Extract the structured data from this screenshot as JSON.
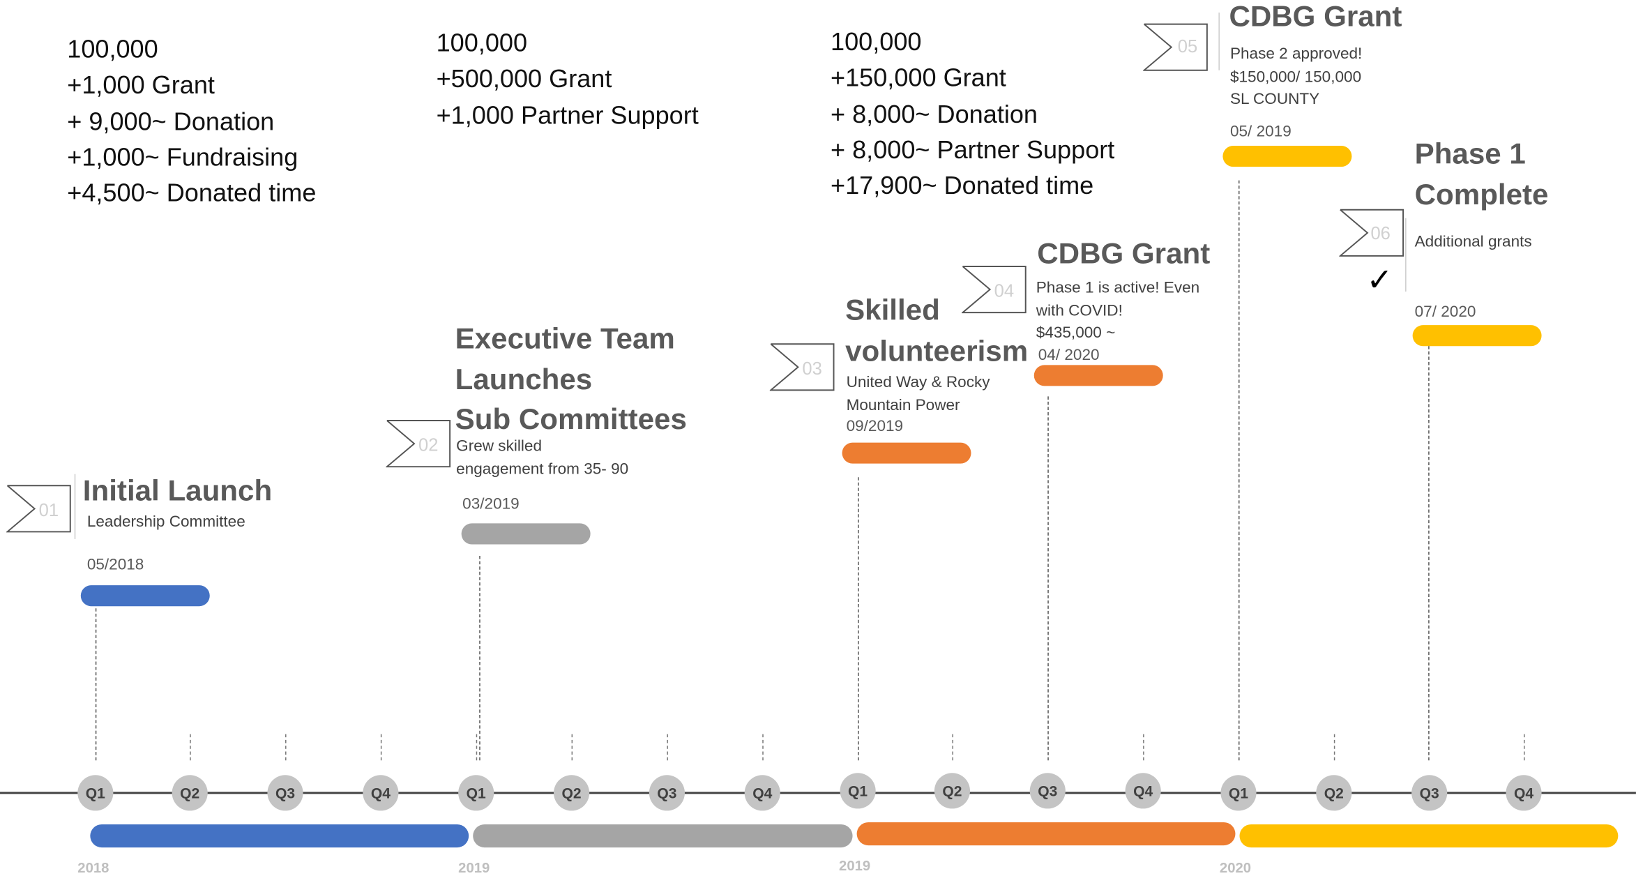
{
  "funding": [
    {
      "lines": [
        "100,000",
        "+1,000 Grant",
        "+ 9,000~ Donation",
        "+1,000~ Fundraising",
        "+4,500~ Donated time"
      ]
    },
    {
      "lines": [
        "100,000",
        "+500,000 Grant",
        "+1,000 Partner Support"
      ]
    },
    {
      "lines": [
        "100,000",
        "+150,000 Grant",
        "+ 8,000~ Donation",
        "+ 8,000~ Partner Support",
        "+17,900~ Donated time"
      ]
    }
  ],
  "milestones": [
    {
      "num": "01",
      "title_lines": [
        "Initial Launch"
      ],
      "sub_lines": [
        "Leadership Committee"
      ],
      "date": "05/2018",
      "color": "#4472C4"
    },
    {
      "num": "02",
      "title_lines": [
        "Executive Team",
        "Launches",
        "Sub Committees"
      ],
      "sub_lines": [
        "Grew skilled",
        "engagement from 35- 90"
      ],
      "date": "03/2019",
      "color": "#A5A5A5"
    },
    {
      "num": "03",
      "title_lines": [
        "Skilled",
        "volunteerism"
      ],
      "sub_lines": [
        "United Way & Rocky",
        "Mountain Power"
      ],
      "date": "09/2019",
      "color": "#ED7D31"
    },
    {
      "num": "04",
      "title_lines": [
        "CDBG Grant"
      ],
      "sub_lines": [
        "Phase 1 is active! Even",
        "with COVID!",
        "$435,000 ~"
      ],
      "date": "04/ 2020",
      "color": "#ED7D31"
    },
    {
      "num": "05",
      "title_lines": [
        "CDBG Grant"
      ],
      "sub_lines": [
        "Phase 2 approved!",
        "$150,000/ 150,000",
        "SL COUNTY"
      ],
      "date": "05/ 2019",
      "color": "#FFC000"
    },
    {
      "num": "06",
      "title_lines": [
        "Phase 1",
        "Complete"
      ],
      "sub_lines": [
        "Additional grants"
      ],
      "date": "07/ 2020",
      "color": "#FFC000",
      "check": "✓"
    }
  ],
  "quarters": [
    "Q1",
    "Q2",
    "Q3",
    "Q4",
    "Q1",
    "Q2",
    "Q3",
    "Q4",
    "Q1",
    "Q2",
    "Q3",
    "Q4",
    "Q1",
    "Q2",
    "Q3",
    "Q4"
  ],
  "years": [
    {
      "label": "2018",
      "color": "#4472C4"
    },
    {
      "label": "2019",
      "color": "#A5A5A5"
    },
    {
      "label": "2019",
      "color": "#ED7D31"
    },
    {
      "label": "2020",
      "color": "#FFC000"
    }
  ]
}
